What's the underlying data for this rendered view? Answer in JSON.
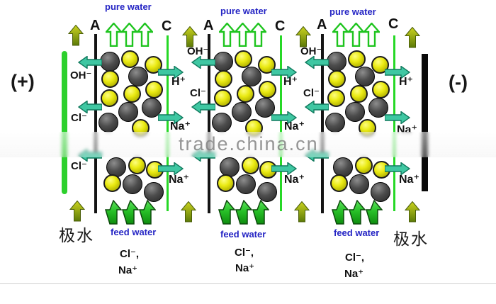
{
  "watermark": "trade.china.cn",
  "electrodes": {
    "positive_label": "(+)",
    "negative_label": "(-)",
    "polar_water_left": "极水",
    "polar_water_right": "极水"
  },
  "cells": [
    {
      "pure_water": "pure water",
      "feed_water": "feed water",
      "feed_ion_cl": "Cl⁻,",
      "feed_ion_na": "Na⁺"
    },
    {
      "pure_water": "pure water",
      "feed_water": "feed water",
      "feed_ion_cl": "Cl⁻,",
      "feed_ion_na": "Na⁺"
    },
    {
      "pure_water": "pure water",
      "feed_water": "feed water",
      "feed_ion_cl": "Cl⁻,",
      "feed_ion_na": "Na⁺"
    }
  ],
  "anion_membranes": [
    {
      "label": "A",
      "flows": [
        "OH⁻",
        "Cl⁻",
        "Cl⁻"
      ]
    },
    {
      "label": "A",
      "flows": [
        "OH⁻",
        "Cl⁻"
      ]
    },
    {
      "label": "A",
      "flows": [
        "OH⁻",
        "Cl⁻"
      ]
    }
  ],
  "cation_membranes": [
    {
      "label": "C",
      "flows": [
        "H⁺",
        "Na⁺",
        "Na⁺"
      ]
    },
    {
      "label": "C",
      "flows": [
        "H⁺",
        "Na⁺",
        "Na⁺"
      ]
    },
    {
      "label": "C",
      "flows": [
        "H⁺",
        "Na⁺",
        "Na⁺"
      ]
    }
  ],
  "colors": {
    "membrane_a": "#141414",
    "membrane_c": "#26d826",
    "electrode_left": "#2dd02d",
    "electrode_right": "#090909",
    "arrow_teal_fill": "#3fc7a2",
    "arrow_teal_stroke": "#117a5e",
    "arrow_hollow_stroke": "#1ec41e",
    "arrow_feed_dark": "#0e8c0e",
    "arrow_feed_light": "#5ce45c",
    "arrow_olive_light": "#ccd41f",
    "arrow_olive_dark": "#5c7a08",
    "ion_yellow": "#e8e800",
    "ion_dark": "#3a3a3a",
    "text_blue": "#2424c4"
  }
}
